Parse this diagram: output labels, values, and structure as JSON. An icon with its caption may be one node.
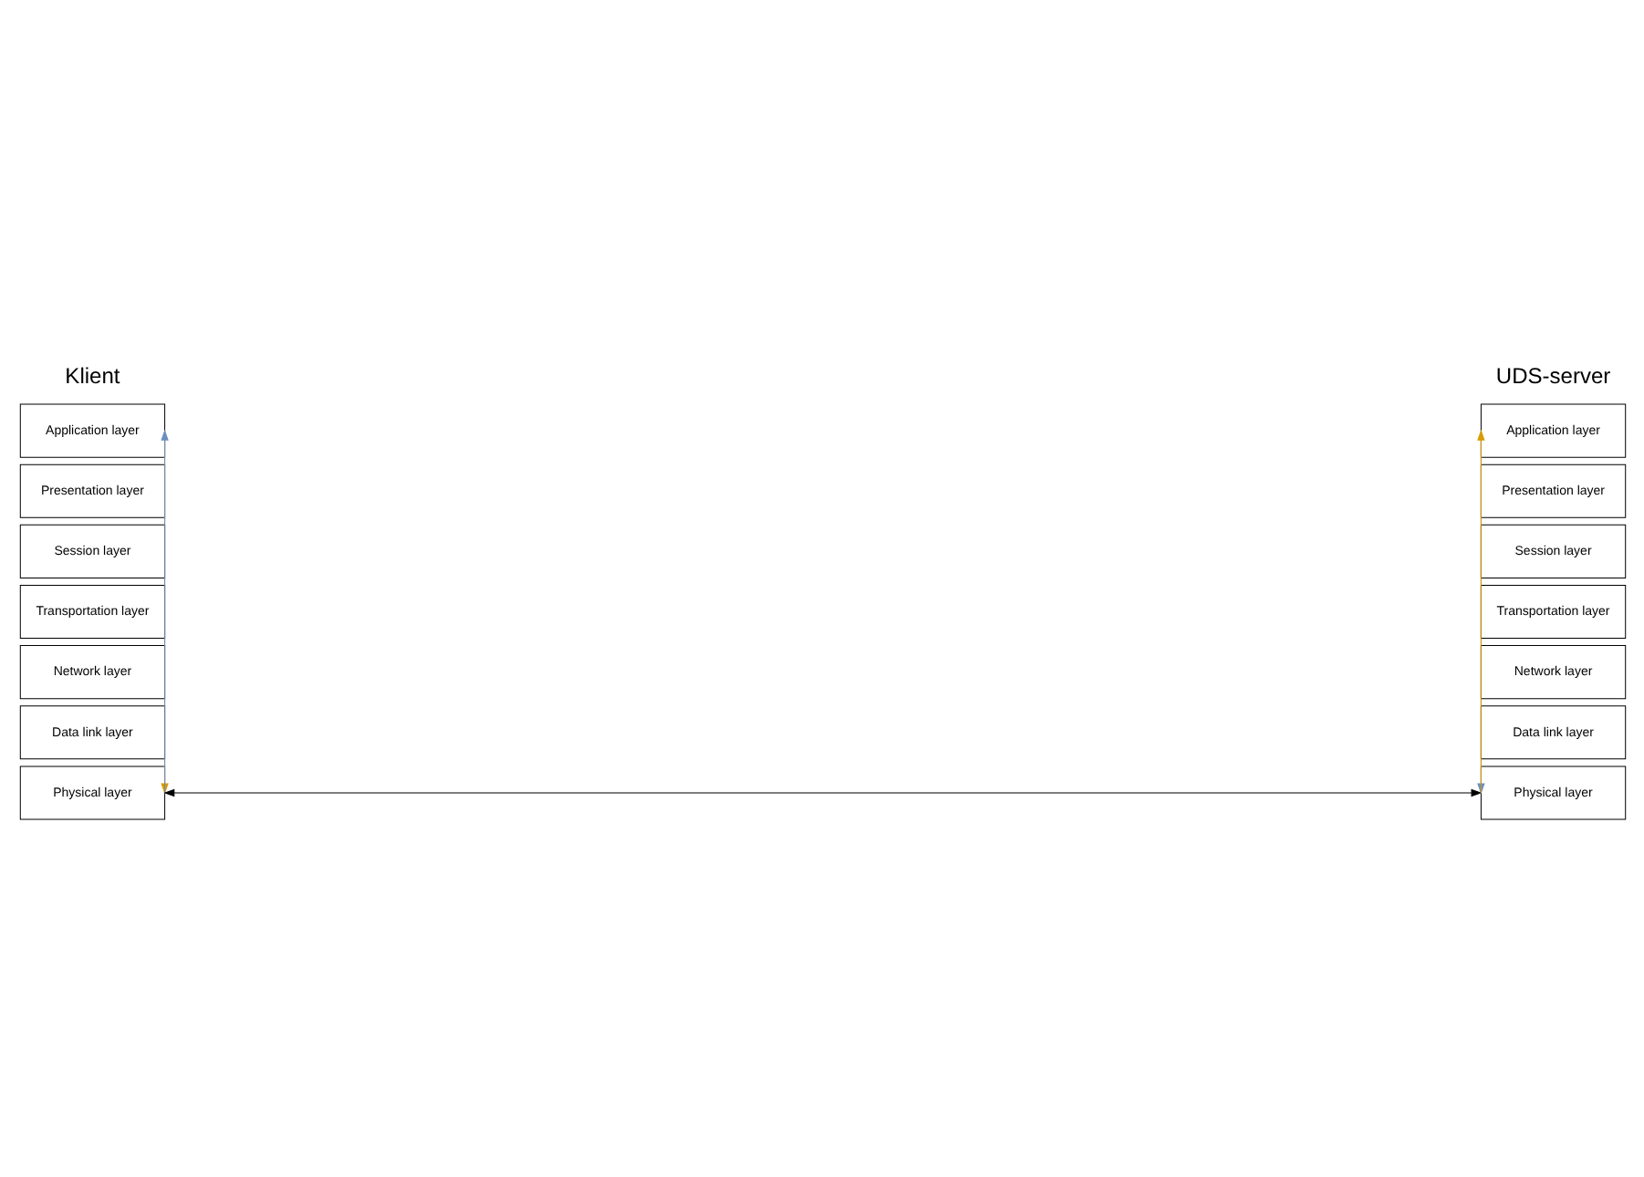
{
  "diagram": {
    "nodes": [
      {
        "text": [
          "Application layer"
        ]
      },
      {
        "text": [
          "Presentation layer"
        ]
      },
      {
        "text": [
          "Session layer"
        ]
      },
      {
        "text": [
          "Transportation layer"
        ]
      },
      {
        "text": [
          "Network layer"
        ]
      },
      {
        "text": [
          "Data link layer"
        ]
      },
      {
        "text": [
          "Physical layer"
        ]
      },
      {
        "text": [
          "Application layer"
        ]
      },
      {
        "text": [
          "Presentation layer"
        ]
      },
      {
        "text": [
          "Session layer"
        ]
      },
      {
        "text": [
          "Transportation layer"
        ]
      },
      {
        "text": [
          "Network layer"
        ]
      },
      {
        "text": [
          "Data link layer"
        ]
      },
      {
        "text": [
          "Physical layer"
        ]
      }
    ],
    "edges": [
      {
        "from": 0,
        "to": 6,
        "arrow": "to",
        "color": "#d79b00"
      },
      {
        "from": 6,
        "to": 0,
        "arrow": "to",
        "color": "#6c8ebf"
      },
      {
        "from": 7,
        "to": 13,
        "arrow": "to",
        "color": "#6c8ebf"
      },
      {
        "from": 13,
        "to": 7,
        "arrow": "to",
        "color": "#d79b00"
      },
      {
        "from": 6,
        "to": 13,
        "arrow": "both",
        "color": "#000000"
      }
    ],
    "labels": [
      "Klient",
      "UDS-server"
    ]
  }
}
